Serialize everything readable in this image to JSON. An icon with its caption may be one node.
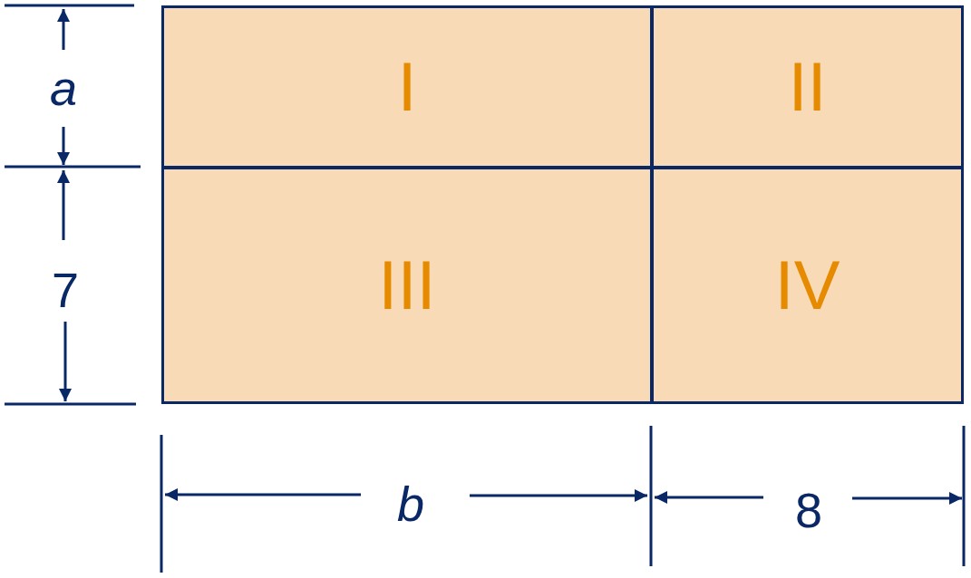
{
  "diagram": {
    "nodes": [
      {
        "text": [
          "I"
        ]
      },
      {
        "text": [
          "II"
        ]
      },
      {
        "text": [
          "III"
        ]
      },
      {
        "text": [
          "IV"
        ]
      }
    ],
    "labels": [
      "a",
      "7",
      "b",
      "8"
    ]
  }
}
